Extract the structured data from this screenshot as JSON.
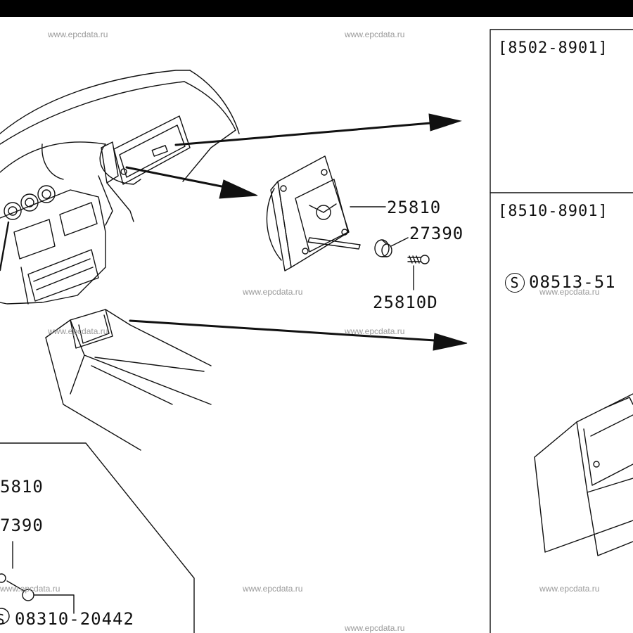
{
  "watermarks": [
    "www.epcdata.ru",
    "www.epcdata.ru",
    "www.epcdata.ru",
    "www.epcdata.ru",
    "www.epcdata.ru",
    "www.epcdata.ru",
    "www.epcdata.ru",
    "www.epcdata.ru",
    "www.epcdata.ru",
    "www.epcdata.ru"
  ],
  "inset_top_right": {
    "range": "[8502-8901]"
  },
  "inset_right": {
    "range": "[8510-8901]",
    "screw_symbol": "S",
    "screw_part": "08513-51"
  },
  "main_parts": {
    "clock": "25810",
    "bushing": "27390",
    "screw": "25810D"
  },
  "inset_bottom_left": {
    "clock": "5810",
    "bushing": "7390",
    "screw_symbol": "S",
    "screw_part": "08310-20442"
  },
  "colors": {
    "line": "#111111",
    "watermark": "#9a9a9a",
    "background": "#ffffff"
  }
}
